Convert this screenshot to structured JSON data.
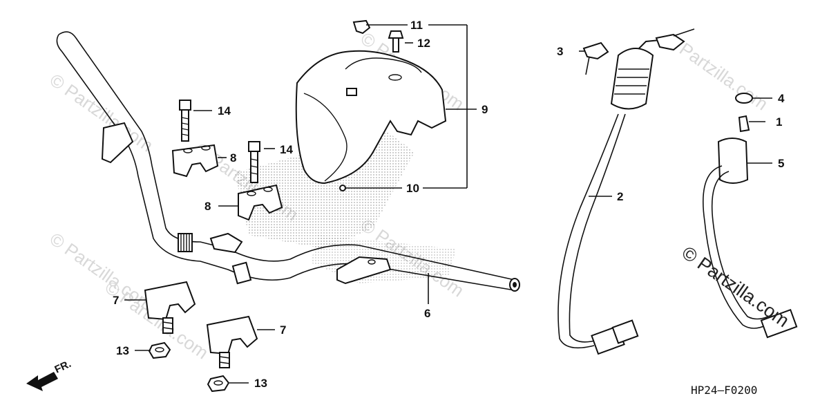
{
  "diagram": {
    "code": "HP24—F0200",
    "direction_label": "FR.",
    "watermarks": [
      "© Partzilla.com",
      "© Partzilla.com",
      "© Partzilla.com",
      "© Partzilla.com",
      "© Partzilla.com",
      "© Partzilla.com",
      "© Partzilla.com"
    ],
    "watermark_main": "© Partzilla.com",
    "callouts": {
      "c1": "1",
      "c2": "2",
      "c3": "3",
      "c4": "4",
      "c5": "5",
      "c6": "6",
      "c7a": "7",
      "c7b": "7",
      "c8a": "8",
      "c8b": "8",
      "c9": "9",
      "c10": "10",
      "c11": "11",
      "c12": "12",
      "c13a": "13",
      "c13b": "13",
      "c14a": "14",
      "c14b": "14"
    }
  }
}
